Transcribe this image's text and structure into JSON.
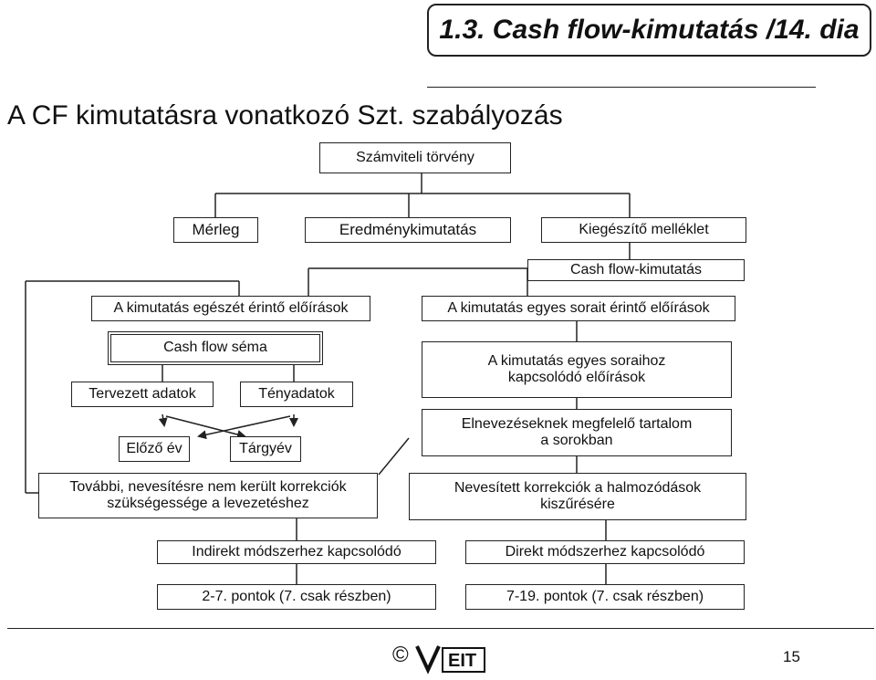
{
  "slide_title": "1.3. Cash flow-kimutatás /14. dia",
  "heading": "A CF kimutatásra vonatkozó Szt. szabályozás",
  "nodes": {
    "szamviteli_torveny": "Számviteli törvény",
    "merleg": "Mérleg",
    "eredmenykimutatas": "Eredménykimutatás",
    "kiegeszito_melleklet": "Kiegészítő melléklet",
    "cash_flow_kimutatas": "Cash flow-kimutatás",
    "egeszet_erinto": "A kimutatás egészét érintő előírások",
    "egyes_sorait_erinto": "A kimutatás egyes sorait érintő előírások",
    "cash_flow_sema": "Cash flow séma",
    "tervezett_adatok": "Tervezett adatok",
    "tenyadatok": "Tényadatok",
    "elozo_ev": "Előző év",
    "targyev": "Tárgyév",
    "soraihoz_kapcsolodo": "A kimutatás egyes soraihoz kapcsolódó előírások",
    "elnevezeseknek": "Elnevezéseknek megfelelő tartalom a sorokban",
    "tovabbi_korrekciok": "További, nevesítésre nem került korrekciók szükségessége a levezetéshez",
    "nevesitett_korrekciok": "Nevesített korrekciók a halmozódások kiszűrésére",
    "indirekt": "Indirekt módszerhez kapcsolódó",
    "direkt": "Direkt módszerhez kapcsolódó",
    "indirekt_pontok": "2-7. pontok (7. csak részben)",
    "direkt_pontok": "7-19. pontok (7. csak részben)"
  },
  "footer": {
    "copyright": "©",
    "logo_text": "VEIT",
    "page_number": "15"
  }
}
